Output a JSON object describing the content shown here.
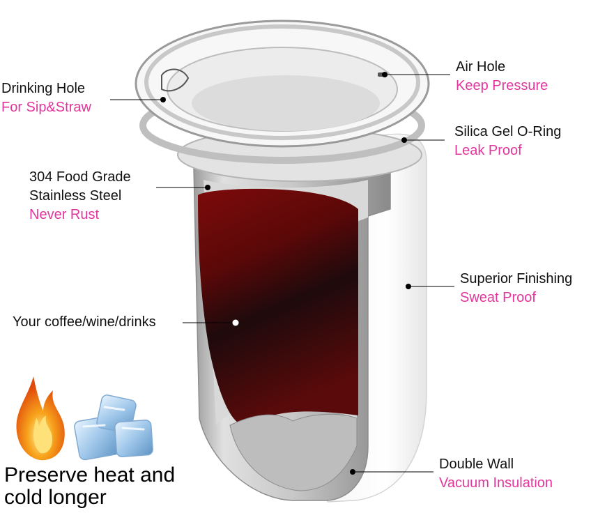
{
  "callouts": {
    "drinking_hole": {
      "title": "Drinking Hole",
      "subtitle": "For Sip&Straw"
    },
    "air_hole": {
      "title": "Air Hole",
      "subtitle": "Keep Pressure"
    },
    "oring": {
      "title": "Silica Gel O-Ring",
      "subtitle": "Leak Proof"
    },
    "steel": {
      "line1": "304 Food Grade",
      "line2": "Stainless Steel",
      "subtitle": "Never Rust"
    },
    "finishing": {
      "title": "Superior Finishing",
      "subtitle": "Sweat Proof"
    },
    "drinks": {
      "title": "Your coffee/wine/drinks"
    },
    "double_wall": {
      "title": "Double Wall",
      "subtitle": "Vacuum Insulation"
    }
  },
  "tagline": {
    "line1": "Preserve heat and",
    "line2": "cold longer"
  },
  "colors": {
    "accent": "#e2369c",
    "text": "#111111",
    "wine": "#6b0a0a"
  },
  "icons": [
    "flame-icon",
    "ice-cubes-icon"
  ]
}
